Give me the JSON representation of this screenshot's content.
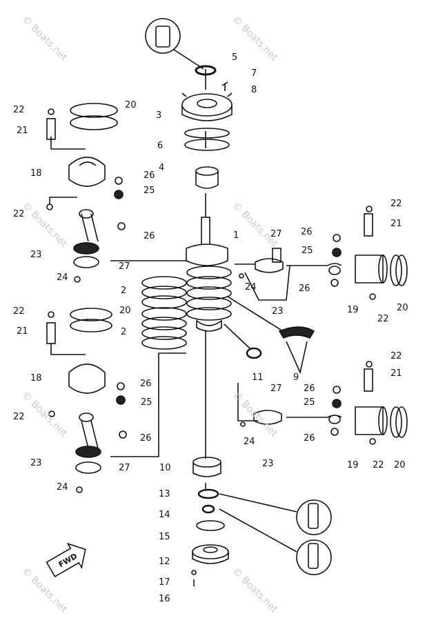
{
  "watermark": "© Boats.net",
  "fwd_label": "FWD",
  "callouts": [
    "1",
    "2",
    "3",
    "4",
    "5",
    "6",
    "7",
    "8",
    "9",
    "10",
    "11",
    "12",
    "13",
    "14",
    "15",
    "16",
    "17",
    "18",
    "19",
    "20",
    "21",
    "22",
    "23",
    "24",
    "25",
    "26",
    "27"
  ],
  "colors": {
    "ink": "#111111",
    "watermark": "#c9c9c9"
  }
}
